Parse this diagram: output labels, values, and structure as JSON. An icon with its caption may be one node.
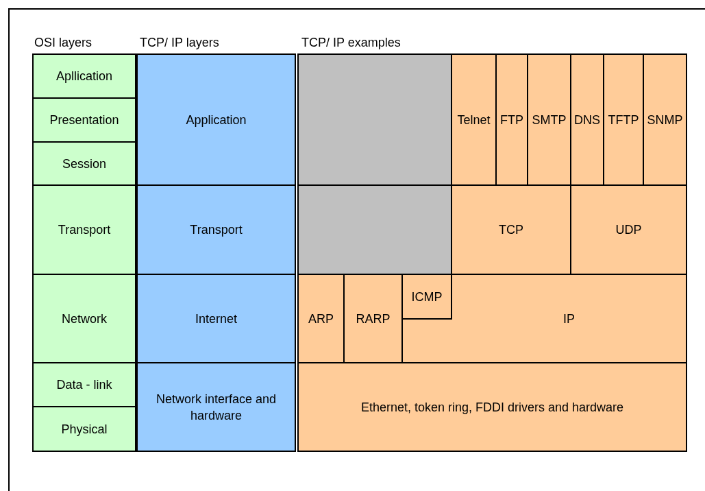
{
  "diagram": {
    "nodes": [
      {
        "text": [
          "Apllication"
        ]
      },
      {
        "text": [
          "Presentation"
        ]
      },
      {
        "text": [
          "Session"
        ]
      },
      {
        "text": [
          "Transport"
        ]
      },
      {
        "text": [
          "Network"
        ]
      },
      {
        "text": [
          "Data - link"
        ]
      },
      {
        "text": [
          "Physical"
        ]
      },
      {
        "text": [
          "Application"
        ]
      },
      {
        "text": [
          "Transport"
        ]
      },
      {
        "text": [
          "Internet"
        ]
      },
      {
        "text": [
          "Network interface and hardware"
        ]
      },
      {
        "text": [],
        "shape": "box"
      },
      {
        "text": [
          "Telnet"
        ]
      },
      {
        "text": [
          "FTP"
        ]
      },
      {
        "text": [
          "SMTP"
        ]
      },
      {
        "text": [
          "DNS"
        ]
      },
      {
        "text": [
          "TFTP"
        ]
      },
      {
        "text": [
          "SNMP"
        ]
      },
      {
        "text": [],
        "shape": "box"
      },
      {
        "text": [
          "TCP"
        ]
      },
      {
        "text": [
          "UDP"
        ]
      },
      {
        "text": [
          "ARP"
        ]
      },
      {
        "text": [
          "RARP"
        ]
      },
      {
        "text": [
          "ICMP"
        ]
      },
      {
        "text": [
          "IP"
        ]
      },
      {
        "text": [
          "Ethernet, token ring, FDDI drivers and hardware"
        ]
      }
    ],
    "labels": [
      "OSI layers",
      "TCP/ IP layers",
      "TCP/ IP examples"
    ]
  }
}
